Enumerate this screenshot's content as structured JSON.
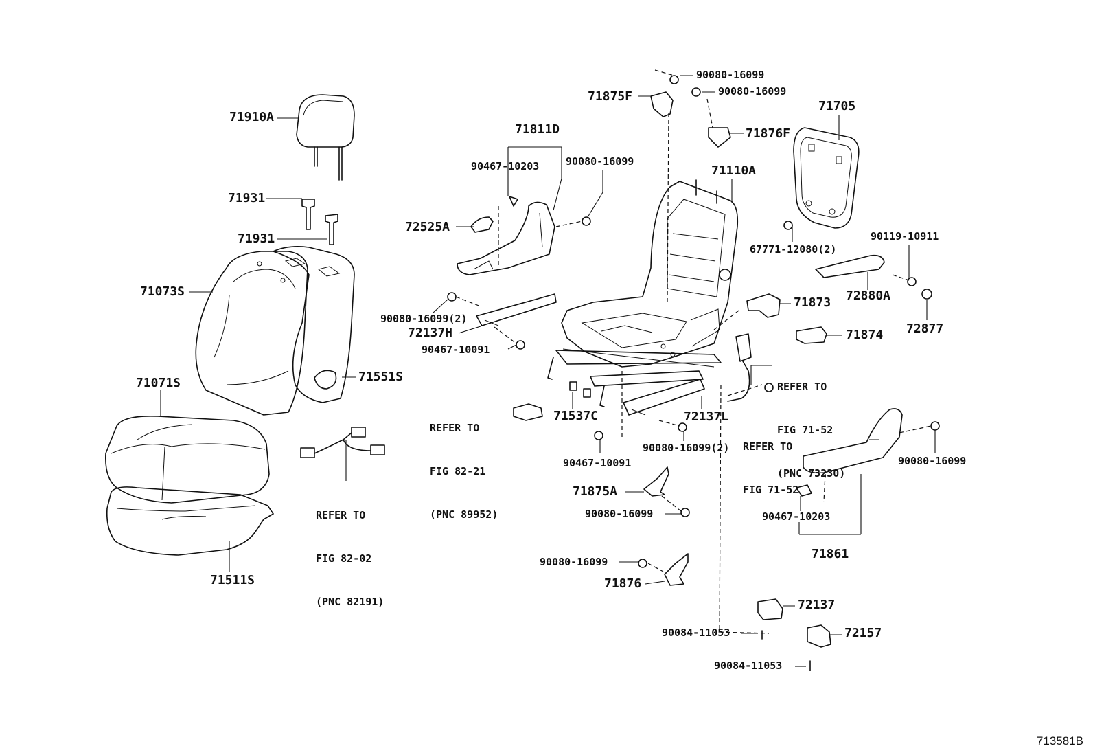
{
  "figure_id": "713581B",
  "labels": {
    "p71910A": "71910A",
    "p71931a": "71931",
    "p71931b": "71931",
    "p71073S": "71073S",
    "p71551S": "71551S",
    "p71071S": "71071S",
    "p71511S": "71511S",
    "p71811D": "71811D",
    "p90467_10203a": "90467-10203",
    "p90080_16099a": "90080-16099",
    "p72525A": "72525A",
    "p90080_16099_2a": "90080-16099(2)",
    "p72137H": "72137H",
    "p90467_10091a": "90467-10091",
    "p71537C": "71537C",
    "p72137L": "72137L",
    "p90080_16099_2b": "90080-16099(2)",
    "p90467_10091b": "90467-10091",
    "p71875A": "71875A",
    "p90080_16099b": "90080-16099",
    "p90080_16099c": "90080-16099",
    "p71876": "71876",
    "p90080_16099d": "90080-16099",
    "p90080_16099e": "90080-16099",
    "p71875F": "71875F",
    "p71876F": "71876F",
    "p71110A": "71110A",
    "p71705": "71705",
    "p67771_12080": "67771-12080(2)",
    "p90119_10911": "90119-10911",
    "p72880A": "72880A",
    "p72877": "72877",
    "p71873": "71873",
    "p71874": "71874",
    "p90080_16099f": "90080-16099",
    "p90467_10203b": "90467-10203",
    "p71861": "71861",
    "p72137": "72137",
    "p72157": "72157",
    "p90084_11053a": "90084-11053",
    "p90084_11053b": "90084-11053"
  },
  "refs": {
    "r82_02": [
      "REFER TO",
      "FIG 82-02",
      "(PNC 82191)"
    ],
    "r82_21": [
      "REFER TO",
      "FIG 82-21",
      "(PNC 89952)"
    ],
    "r71_52a": [
      "REFER TO",
      "FIG 71-52",
      "(PNC 73230)"
    ],
    "r71_52b": [
      "REFER TO",
      "FIG 71-52"
    ]
  }
}
